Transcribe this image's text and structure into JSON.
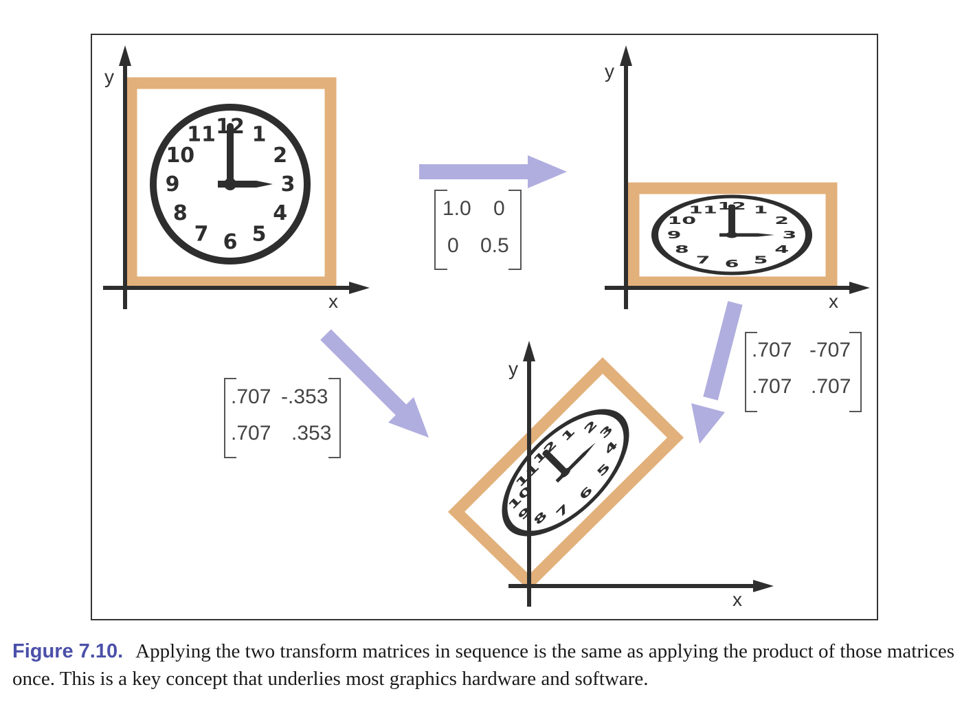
{
  "colors": {
    "frame_fill": "#e2b07a",
    "clock_ink": "#2e2e2e",
    "arrow": "#b0addf",
    "caption_accent": "#4a4fa8"
  },
  "axes": {
    "x_label": "x",
    "y_label": "y"
  },
  "clock": {
    "numbers": [
      "12",
      "1",
      "2",
      "3",
      "4",
      "5",
      "6",
      "7",
      "8",
      "9",
      "10",
      "11"
    ],
    "time_shown": "3:00"
  },
  "matrices": {
    "scale": {
      "row1": [
        "1.0",
        "0"
      ],
      "row2": [
        "0",
        "0.5"
      ]
    },
    "rotate": {
      "row1": [
        ".707",
        "-707"
      ],
      "row2": [
        ".707",
        ".707"
      ]
    },
    "product": {
      "row1": [
        ".707",
        "-.353"
      ],
      "row2": [
        ".707",
        ".353"
      ]
    }
  },
  "caption": {
    "figure_number": "Figure 7.10.",
    "text": "Applying the two transform matrices in sequence is the same as applying the product of those matrices once. This is a key concept that underlies most graphics hardware and software."
  }
}
